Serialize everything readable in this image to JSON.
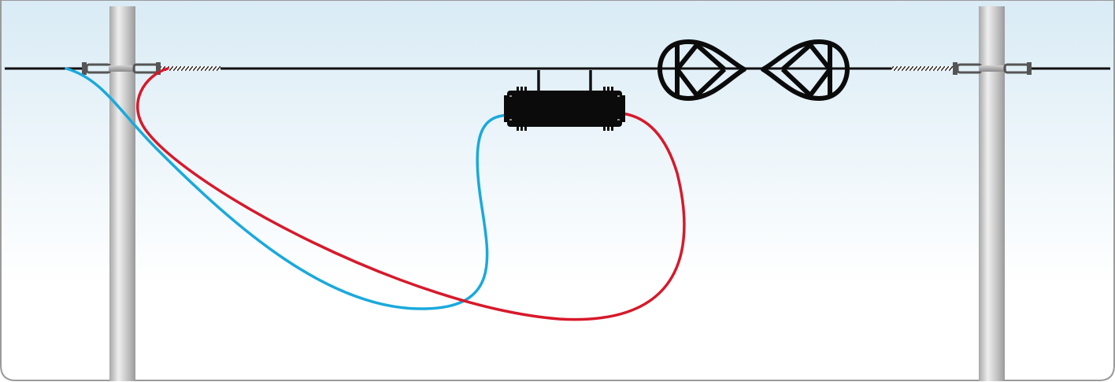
{
  "diagram": {
    "subject": "overhead-cable-span",
    "elements": [
      "sky-panel",
      "pole-left",
      "pole-right",
      "messenger-strand",
      "dead-end-clamp-left",
      "dead-end-clamp-right",
      "splice-closure",
      "cable-blue",
      "cable-red",
      "cable-spacer-left",
      "cable-spacer-right"
    ]
  },
  "colors": {
    "sky_top": "#d9ebf5",
    "sky_bottom": "#ffffff",
    "frame": "#9a9a9a",
    "pole_light": "#e8e8e8",
    "pole_mid": "#bdbdbd",
    "pole_dark": "#9e9e9e",
    "strand": "#111111",
    "cable_blue": "#1aa9dc",
    "cable_red": "#d7192a",
    "closure": "#0b0b0b",
    "hardware": "#9a9a9a"
  }
}
